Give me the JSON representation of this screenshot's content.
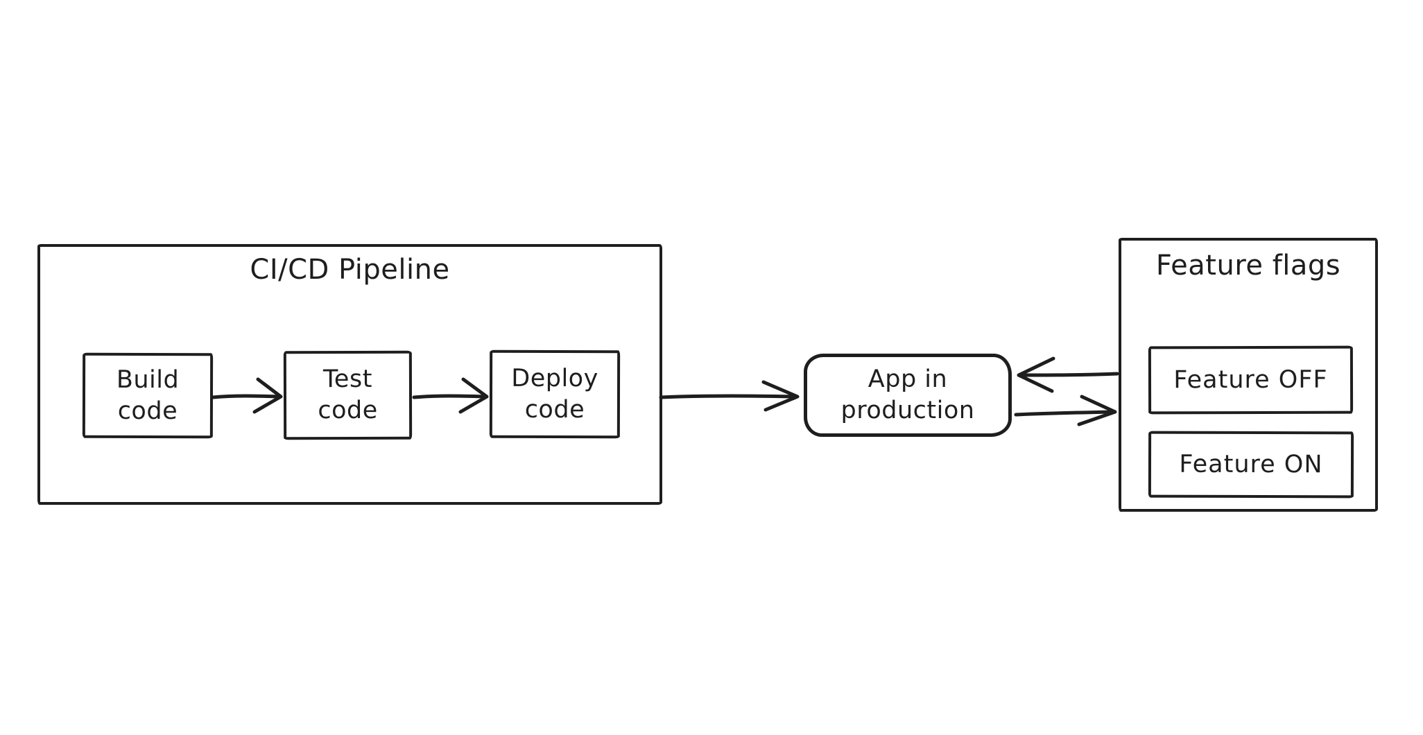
{
  "canvas": {
    "background_color": "#ffffff",
    "stroke_color": "#1e1e1e"
  },
  "pipeline": {
    "title": "CI/CD Pipeline",
    "stages": [
      {
        "line1": "Build",
        "line2": "code"
      },
      {
        "line1": "Test",
        "line2": "code"
      },
      {
        "line1": "Deploy",
        "line2": "code"
      }
    ]
  },
  "app": {
    "line1": "App in",
    "line2": "production"
  },
  "feature_flags": {
    "title": "Feature flags",
    "flags": [
      {
        "label": "Feature OFF"
      },
      {
        "label": "Feature ON"
      }
    ]
  },
  "connections": [
    {
      "from": "build-code",
      "to": "test-code",
      "direction": "right"
    },
    {
      "from": "test-code",
      "to": "deploy-code",
      "direction": "right"
    },
    {
      "from": "cicd-pipeline",
      "to": "app-in-production",
      "direction": "right"
    },
    {
      "from": "feature-flags",
      "to": "app-in-production",
      "direction": "left"
    },
    {
      "from": "app-in-production",
      "to": "feature-flags",
      "direction": "right"
    }
  ]
}
